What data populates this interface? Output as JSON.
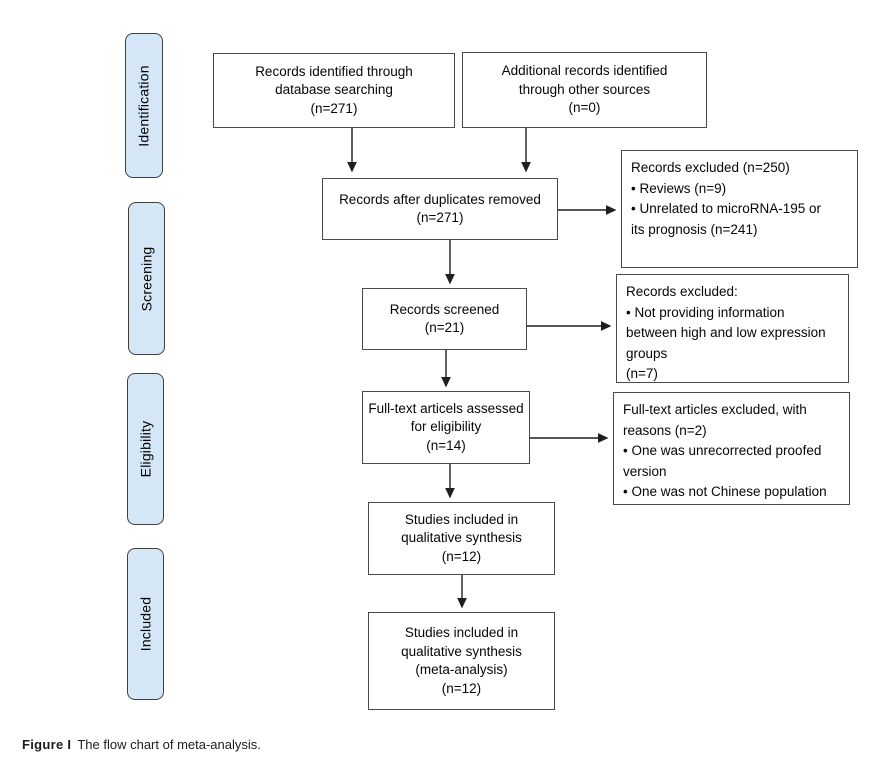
{
  "colors": {
    "stage_fill": "#d5e7f6",
    "stage_border": "#3f3f3f",
    "box_border": "#4a4a4a",
    "arrow": "#1f1f1f",
    "background": "#ffffff"
  },
  "sidebar": {
    "stages": [
      {
        "label": "Identification"
      },
      {
        "label": "Screening"
      },
      {
        "label": "Eligibility"
      },
      {
        "label": "Included"
      }
    ]
  },
  "flow": {
    "identified": {
      "lines": [
        "Records identified through",
        "database searching",
        "(n=271)"
      ]
    },
    "additional": {
      "lines": [
        "Additional records identified",
        "through other sources",
        "(n=0)"
      ]
    },
    "duplicates": {
      "lines": [
        "Records after duplicates removed",
        "(n=271)"
      ]
    },
    "screened": {
      "lines": [
        "Records screened",
        "(n=21)"
      ]
    },
    "fulltext": {
      "lines": [
        "Full-text articels assessed",
        "for eligibility",
        "(n=14)"
      ]
    },
    "qualitative": {
      "lines": [
        "Studies included in",
        "qualitative synthesis",
        "(n=12)"
      ]
    },
    "meta": {
      "lines": [
        "Studies included in",
        "qualitative synthesis",
        "(meta-analysis)",
        "(n=12)"
      ]
    }
  },
  "exclusions": {
    "records_excluded_250": {
      "lines": [
        "Records excluded (n=250)",
        " • Reviews (n=9)",
        " • Unrelated to microRNA-195 or",
        "its prognosis (n=241)"
      ]
    },
    "records_excluded_7": {
      "lines": [
        "Records excluded:",
        " •  Not providing information",
        "between high and low expression",
        "groups",
        "(n=7)"
      ]
    },
    "fulltext_excluded_2": {
      "lines": [
        "Full-text articles excluded, with",
        "reasons (n=2)",
        "• One was unrecorrected proofed",
        "version",
        "• One was not Chinese population"
      ]
    }
  },
  "caption": {
    "label": "Figure I",
    "text": "The flow chart of meta-analysis."
  }
}
